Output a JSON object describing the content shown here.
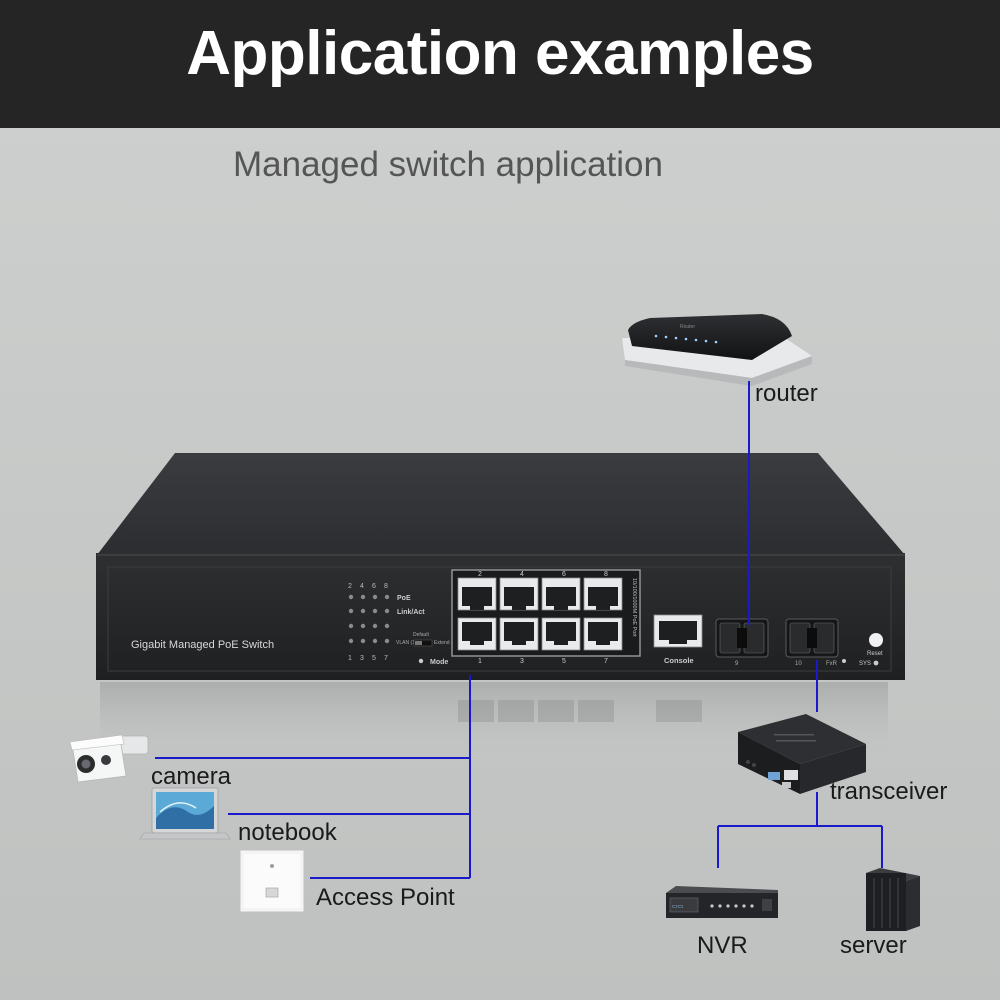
{
  "header": {
    "title": "Application examples"
  },
  "subtitle": "Managed switch application",
  "switch": {
    "model_label": "Gigabit Managed PoE Switch",
    "led_top_numbers": [
      "2",
      "4",
      "6",
      "8"
    ],
    "led_bottom_numbers": [
      "1",
      "3",
      "5",
      "7"
    ],
    "led_labels": {
      "poe": "PoE",
      "link": "Link/Act"
    },
    "mode": {
      "vlan": "VLAN (1-8)",
      "default": "Default",
      "extend": "Extend (7-8)",
      "label": "Mode"
    },
    "port_top_numbers": [
      "2",
      "4",
      "6",
      "8"
    ],
    "port_bottom_numbers": [
      "1",
      "3",
      "5",
      "7"
    ],
    "port_side_label": "10/100/1000M PoE Port",
    "console_label": "Console",
    "sfp_labels": [
      "9",
      "10",
      "FxR"
    ],
    "reset_label": "Reset",
    "sys_label": "SYS"
  },
  "devices": {
    "router": "router",
    "camera": "camera",
    "notebook": "notebook",
    "access_point": "Access Point",
    "transceiver": "transceiver",
    "nvr": "NVR",
    "server": "server"
  },
  "colors": {
    "header_bg": "#252525",
    "connection_line": "#1a1acc",
    "switch_body": "#2a2b2d"
  }
}
